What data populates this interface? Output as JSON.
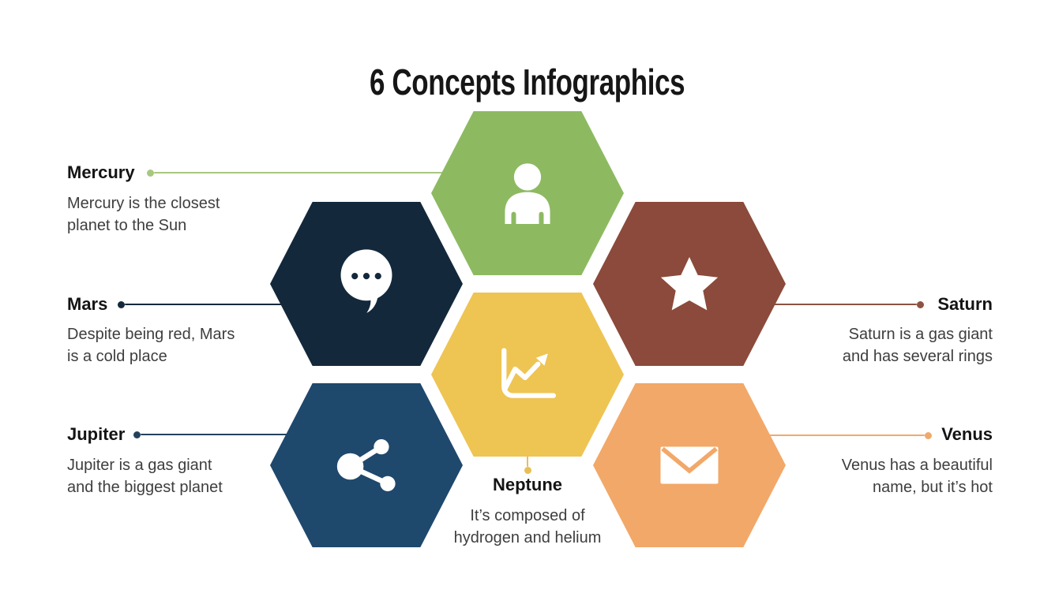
{
  "title": "6 Concepts Infographics",
  "background": "#ffffff",
  "text_colors": {
    "title": "#161616",
    "heading": "#141414",
    "body": "#3e3e3e"
  },
  "items": [
    {
      "name": "Mercury",
      "description_lines": [
        "Mercury is the closest",
        "planet to the Sun"
      ],
      "icon": "person-icon",
      "hex_color": "#8dba61",
      "line_color": "#a7c87e"
    },
    {
      "name": "Mars",
      "description_lines": [
        "Despite being red, Mars",
        "is a cold place"
      ],
      "icon": "chat-bubble-icon",
      "hex_color": "#13283b",
      "line_color": "#16293c"
    },
    {
      "name": "Jupiter",
      "description_lines": [
        "Jupiter is a gas giant",
        "and the biggest planet"
      ],
      "icon": "share-icon",
      "hex_color": "#1f486d",
      "line_color": "#26415e"
    },
    {
      "name": "Saturn",
      "description_lines": [
        "Saturn is a gas giant",
        "and has several rings"
      ],
      "icon": "star-icon",
      "hex_color": "#8b4a3b",
      "line_color": "#8d5242"
    },
    {
      "name": "Venus",
      "description_lines": [
        "Venus has a beautiful",
        "name, but it’s hot"
      ],
      "icon": "envelope-icon",
      "hex_color": "#f2a868",
      "line_color": "#f0a96c"
    },
    {
      "name": "Neptune",
      "description_lines": [
        "It’s composed of",
        "hydrogen and helium"
      ],
      "icon": "line-chart-icon",
      "hex_color": "#eec453",
      "line_color": "#e8bf55"
    }
  ]
}
